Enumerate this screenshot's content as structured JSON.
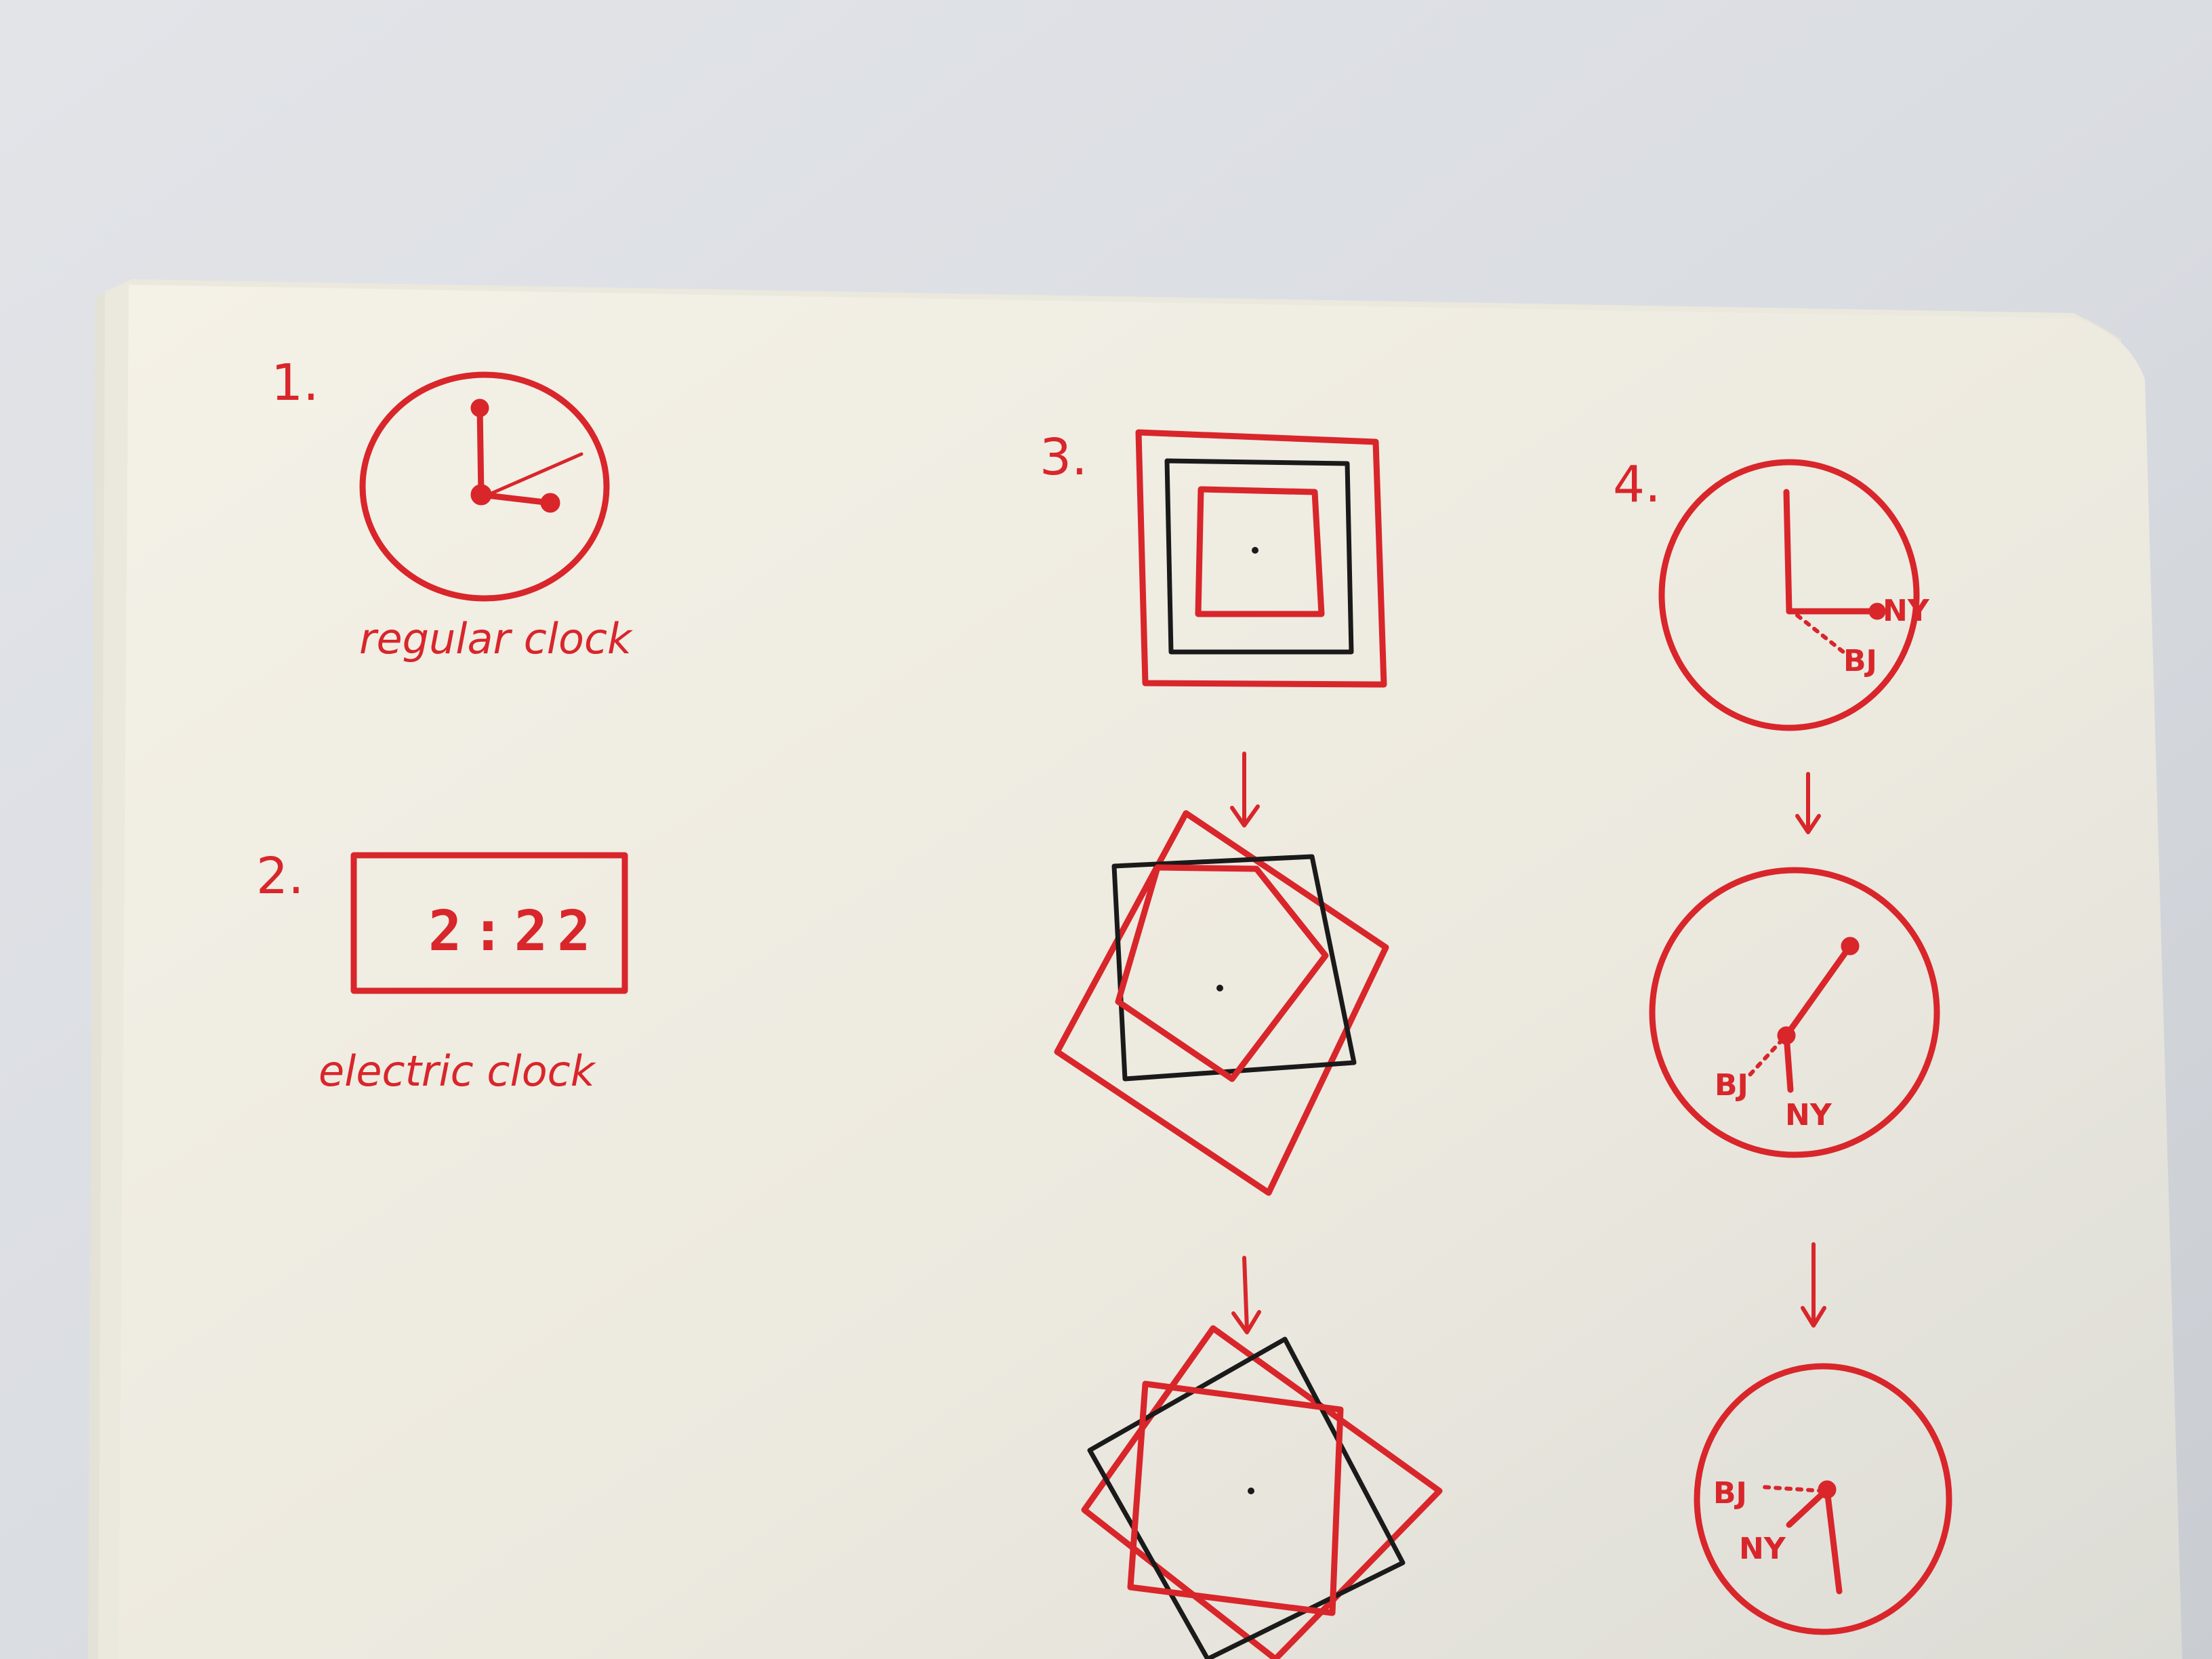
{
  "sketches": {
    "item1": {
      "number": "1.",
      "label": "regular clock"
    },
    "item2": {
      "number": "2.",
      "label": "electric clock",
      "display_time": "2:22"
    },
    "item3": {
      "number": "3."
    },
    "item4": {
      "number": "4.",
      "tags": {
        "ny": "NY",
        "bj": "BJ"
      }
    }
  },
  "colors": {
    "ink_red": "#d8262b",
    "ink_black": "#1a1a1a",
    "paper": "#f1eee4",
    "background": "#d9dde2"
  }
}
